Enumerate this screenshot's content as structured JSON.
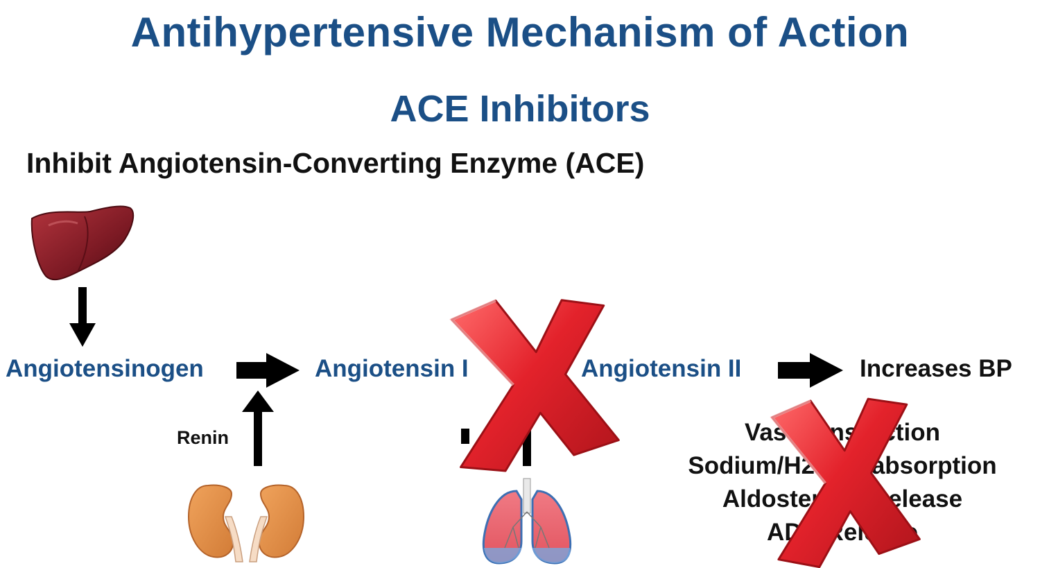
{
  "title": "Antihypertensive Mechanism of Action",
  "subtitle": "ACE Inhibitors",
  "description": "Inhibit Angiotensin-Converting Enzyme (ACE)",
  "pathway": {
    "angiotensinogen": "Angiotensinogen",
    "angiotensin_1": "Angiotensin I",
    "angiotensin_2": "Angiotensin II",
    "result": "Increases BP"
  },
  "renin_label": "Renin",
  "effects": [
    "Vasoconstriction",
    "Sodium/H2O Reabsorption",
    "Aldosterone Release",
    "ADH Release"
  ],
  "icons": {
    "liver": "liver-icon",
    "kidneys": "kidneys-icon",
    "lungs": "lungs-icon",
    "block_mark": "red-x-icon"
  },
  "colors": {
    "heading": "#1b4f86",
    "molecule": "#1b4f86",
    "text": "#111111",
    "block_x": "#d61f26"
  }
}
